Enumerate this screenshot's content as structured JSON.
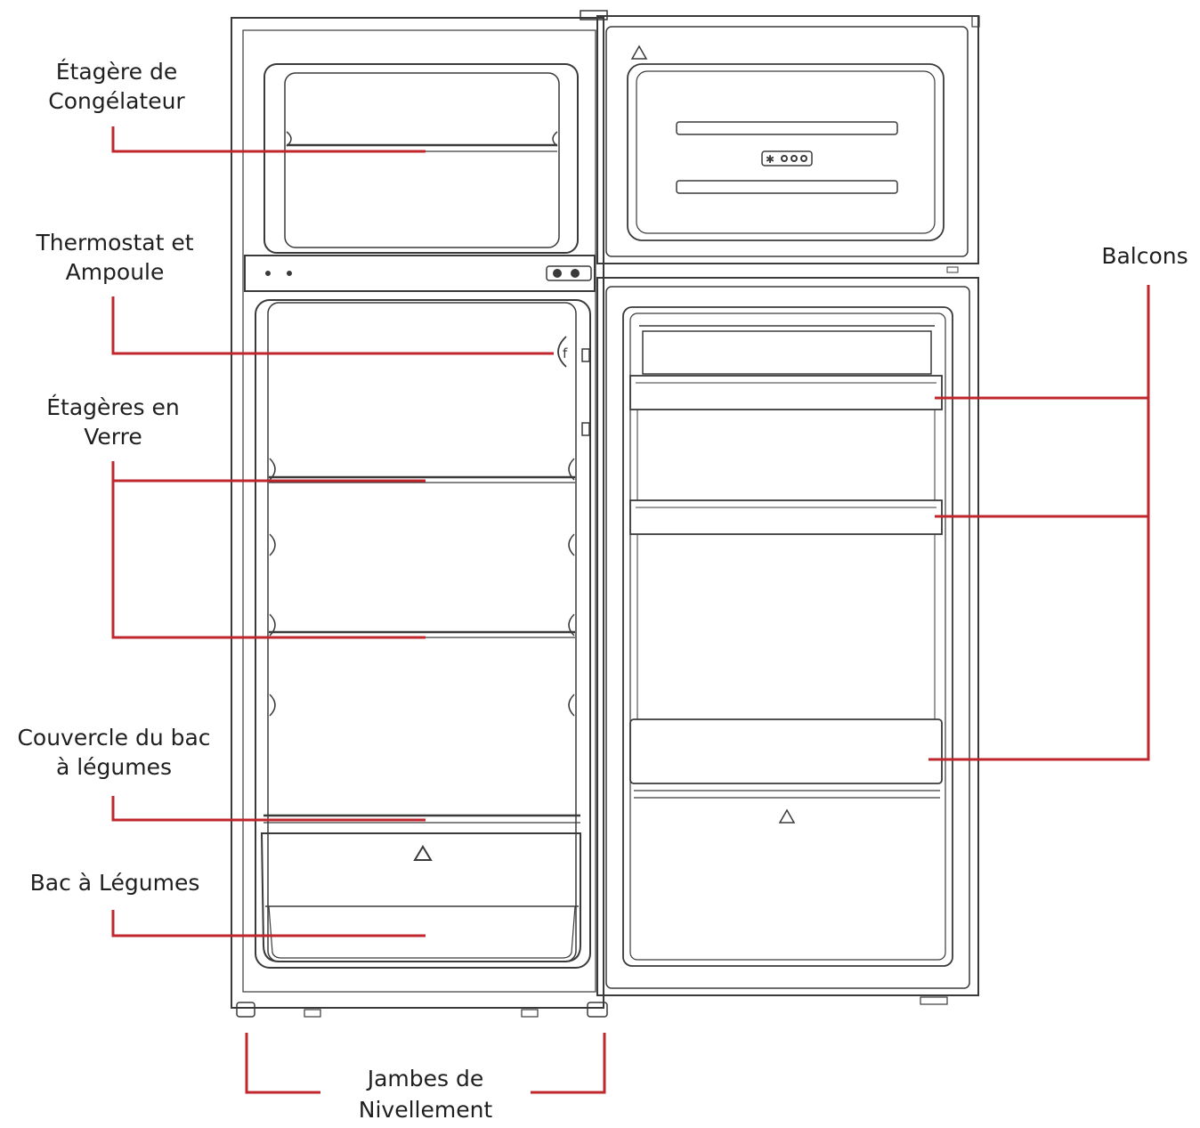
{
  "labels": {
    "freezer_shelf": [
      "Étagère de",
      "Congélateur"
    ],
    "thermostat": [
      "Thermostat et",
      "Ampoule"
    ],
    "glass_shelves": [
      "Étagères en",
      "Verre"
    ],
    "crisper_cover": [
      "Couvercle du bac",
      "à légumes"
    ],
    "crisper": [
      "Bac à Légumes"
    ],
    "balconies": [
      "Balcons"
    ],
    "leveling_legs": [
      "Jambes de",
      "Nivellement"
    ]
  },
  "colors": {
    "leader": "#c0272d",
    "outline": "#3a3a3a",
    "text": "#1f1f1f"
  }
}
